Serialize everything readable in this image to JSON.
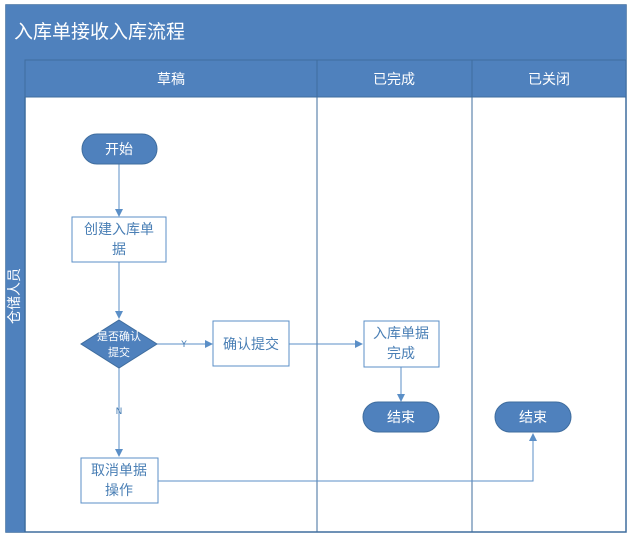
{
  "title": "入库单接收入库流程",
  "role_lane": "仓储人员",
  "columns": [
    "草稿",
    "已完成",
    "已关闭"
  ],
  "nodes": {
    "start": "开始",
    "create_line1": "创建入库单",
    "create_line2": "据",
    "decision_line1": "是否确认",
    "decision_line2": "提交",
    "confirm": "确认提交",
    "complete_line1": "入库单据",
    "complete_line2": "完成",
    "end_done": "结束",
    "cancel_line1": "取消单据",
    "cancel_line2": "操作",
    "end_closed": "结束"
  },
  "edge_labels": {
    "yes": "Y",
    "no": "N"
  },
  "colors": {
    "header": "#4f81bd",
    "border": "#3f6d9e",
    "accent": "#5b8fc7",
    "node_text": "#4a7fb5"
  }
}
